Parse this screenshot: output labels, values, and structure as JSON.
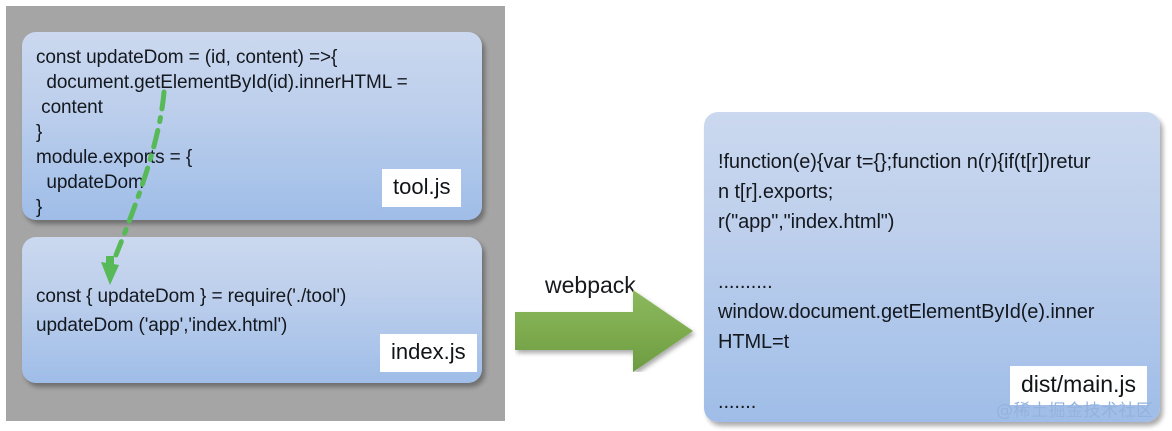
{
  "diagram": {
    "title": "webpack bundling diagram",
    "colors": {
      "panel_gray": "#a5a5a5",
      "card_blue_top": "#cbd8ef",
      "card_blue_bottom": "#9fbde8",
      "arrow_green": "#7ba94f",
      "dep_line_green": "#57b957",
      "text_dark": "#14181f",
      "watermark_blue": "#93b2dd",
      "tag_white": "#ffffff"
    },
    "source_panel": {
      "name": "source-files-panel",
      "cards": [
        {
          "id": "tool",
          "file_tag": "tool.js",
          "code": "const updateDom = (id, content) =>{\n  document.getElementById(id).innerHTML =\n content\n}\nmodule.exports = {\n  updateDom\n}"
        },
        {
          "id": "index",
          "file_tag": "index.js",
          "code": "const { updateDom } = require('./tool')\nupdateDom ('app','index.html')"
        }
      ]
    },
    "transform": {
      "label": "webpack",
      "arrow_name": "webpack-arrow",
      "direction": "right"
    },
    "output_panel": {
      "card": {
        "id": "dist",
        "file_tag": "dist/main.js",
        "code": "!function(e){var t={};function n(r){if(t[r])retur\nn t[r].exports;\nr(\"app\",\"index.html\")\n\n..........\nwindow.document.getElementById(e).inner\nHTML=t\n\n......."
      }
    },
    "dependency_arrow": {
      "name": "dependency-arrow",
      "style": "dash-dot",
      "from": "tool.js",
      "to": "index.js"
    },
    "watermark": "@稀土掘金技术社区"
  }
}
